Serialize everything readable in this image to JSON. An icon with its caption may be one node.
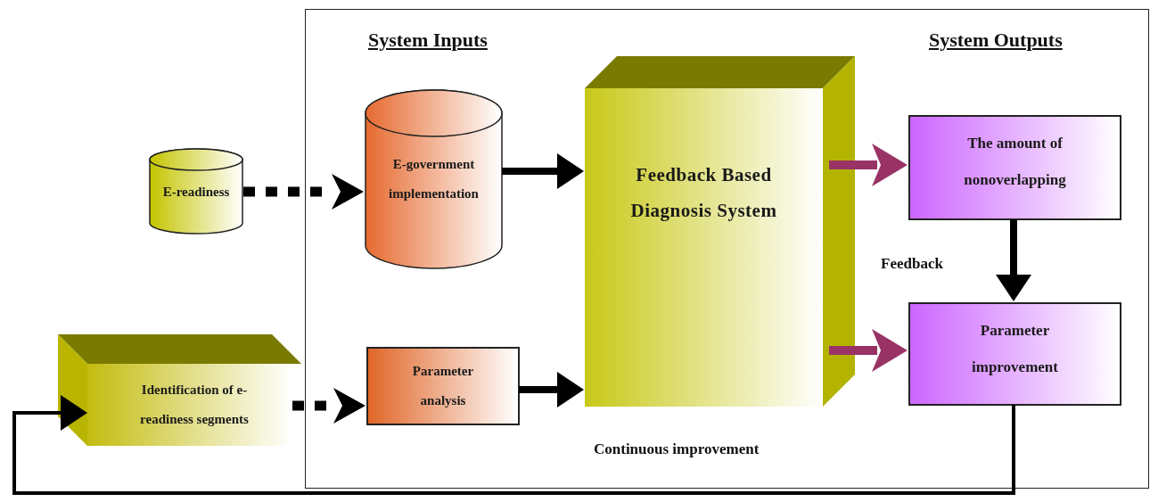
{
  "diagram": {
    "nodes": [
      {
        "text": [],
        "shape": "box"
      },
      {
        "text": [
          "E-readiness"
        ]
      },
      {
        "text": [
          "E-government implementation"
        ],
        "in": 0
      },
      {
        "text": [
          "Identification of e-readiness segments"
        ]
      },
      {
        "text": [
          "Parameter analysis"
        ],
        "in": 0
      },
      {
        "text": [
          "Feedback Based Diagnosis System"
        ],
        "in": 0
      },
      {
        "text": [
          "The amount of nonoverlapping"
        ],
        "in": 0
      },
      {
        "text": [
          "Parameter improvement"
        ],
        "in": 0
      }
    ],
    "edges": [
      {
        "from": 1,
        "to": 2,
        "arrow": "to",
        "style": "dashed"
      },
      {
        "from": 2,
        "to": 5,
        "arrow": "to"
      },
      {
        "from": 3,
        "to": 4,
        "arrow": "to",
        "style": "dashed"
      },
      {
        "from": 4,
        "to": 5,
        "arrow": "to"
      },
      {
        "from": 5,
        "to": 6,
        "arrow": "to",
        "color": "#993366"
      },
      {
        "from": 5,
        "to": 7,
        "arrow": "to",
        "color": "#993366"
      },
      {
        "from": 6,
        "to": 7,
        "arrow": "to",
        "label": "Feedback"
      },
      {
        "from": 7,
        "to": 3,
        "arrow": "to"
      }
    ],
    "labels": [
      "System Inputs",
      "System Outputs",
      "Continuous improvement"
    ]
  }
}
